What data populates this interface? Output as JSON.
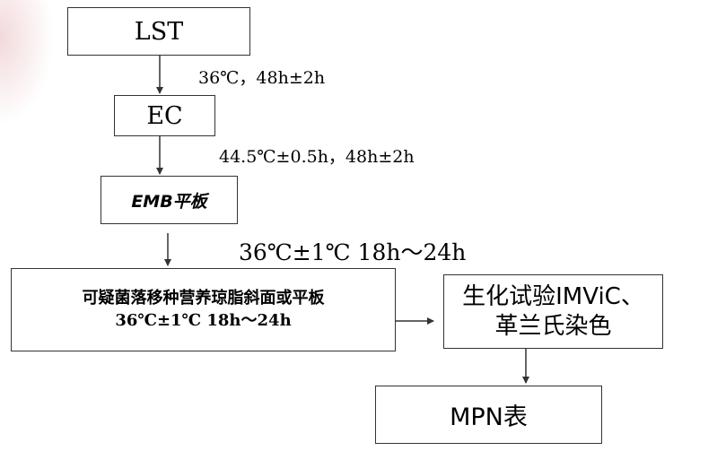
{
  "boxes": {
    "lst": "LST",
    "ec": "EC",
    "emb": "EMB平板",
    "transfer_line1": "可疑菌落移种营养琼脂斜面或平板",
    "transfer_line2": "36℃±1℃ 18h～24h",
    "biochem_line1": "生化试验IMViC、",
    "biochem_line2": "革兰氏染色",
    "mpn": "MPN表"
  },
  "conditions": {
    "lst_to_ec": "36℃，48h±2h",
    "ec_to_emb": "44.5℃±0.5h，48h±2h",
    "emb_to_transfer": "36℃±1℃ 18h～24h"
  }
}
